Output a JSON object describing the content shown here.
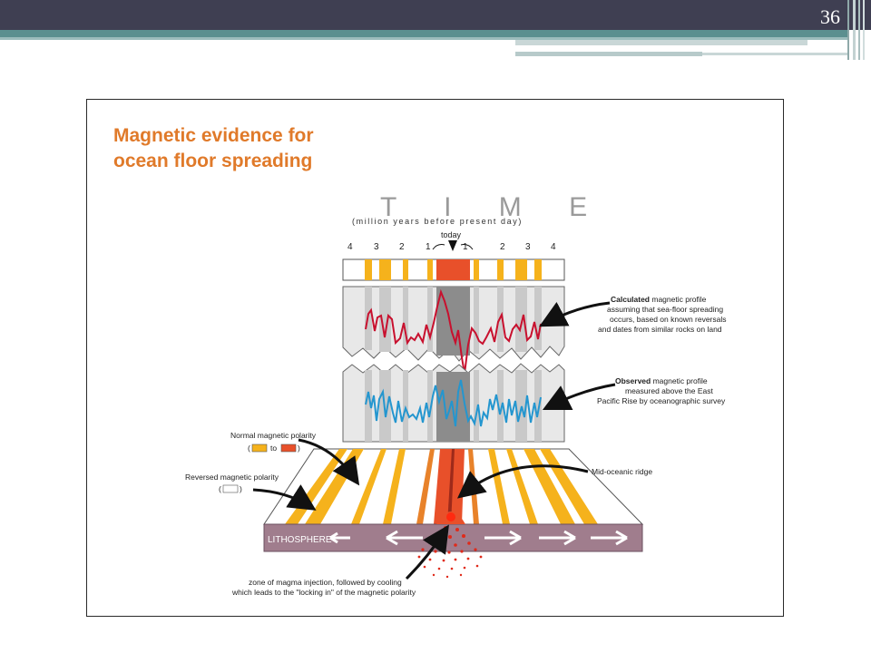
{
  "slide": {
    "page_number": "36"
  },
  "diagram": {
    "title_line1": "Magnetic evidence for",
    "title_line2": "ocean floor spreading",
    "time_label": "T I M E",
    "time_sub": "(million years before present day)",
    "today_label": "today",
    "age_ticks_left": [
      "4",
      "3",
      "2",
      "1"
    ],
    "age_ticks_right": [
      "1",
      "2",
      "3",
      "4"
    ],
    "calculated": {
      "bold": "Calculated",
      "line1_rest": " magnetic profile",
      "line2": "assuming that sea-floor spreading",
      "line3": "occurs, based on known reversals",
      "line4": "and dates from similar rocks on land"
    },
    "observed": {
      "bold": "Observed",
      "line1_rest": " magnetic profile",
      "line2": "measured above the East",
      "line3": "Pacific Rise by oceanographic survey"
    },
    "normal_polarity": {
      "line1": "Normal magnetic polarity",
      "open": "(",
      "to": "to",
      "close": ")"
    },
    "reversed_polarity": {
      "line1": "Reversed magnetic polarity",
      "open": "(",
      "close": ")"
    },
    "ridge_label": "Mid-oceanic ridge",
    "lithosphere_label": "LITHOSPHERE",
    "magma_line1": "zone of magma injection, followed by cooling",
    "magma_line2": "which leads to the \"locking in\" of the magnetic polarity",
    "colors": {
      "title": "#e07a2a",
      "normal_light": "#f5b21c",
      "normal_dark": "#e8502a",
      "calculated_curve": "#c8102e",
      "observed_curve": "#2496cf",
      "lithosphere": "#a07d8d",
      "reversed": "#ffffff"
    }
  }
}
